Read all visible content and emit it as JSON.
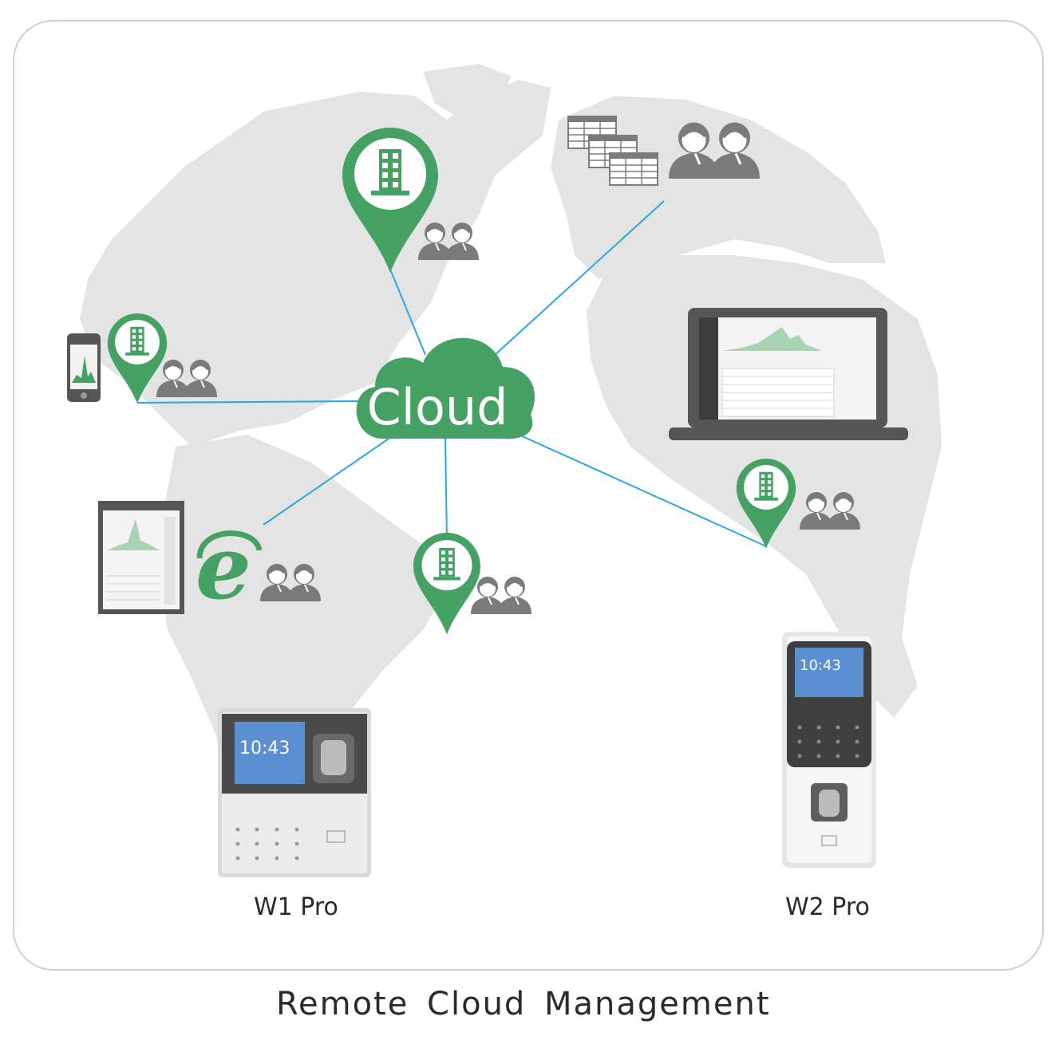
{
  "diagram": {
    "cloud_label": "Cloud",
    "devices": {
      "w1_label": "W1 Pro",
      "w2_label": "W2 Pro"
    },
    "device_screen": {
      "time": "10:43"
    },
    "caption": "Remote  Cloud  Management"
  },
  "colors": {
    "accent_green": "#46a264",
    "link_blue": "#2aa7df",
    "map_gray": "#e4e4e4",
    "people_gray": "#7b7b7b"
  },
  "icons": [
    "building-pin-icon",
    "people-icon",
    "smartphone-icon",
    "laptop-icon",
    "tablet-icon",
    "browser-e-icon",
    "spreadsheet-icon",
    "cloud-icon"
  ]
}
